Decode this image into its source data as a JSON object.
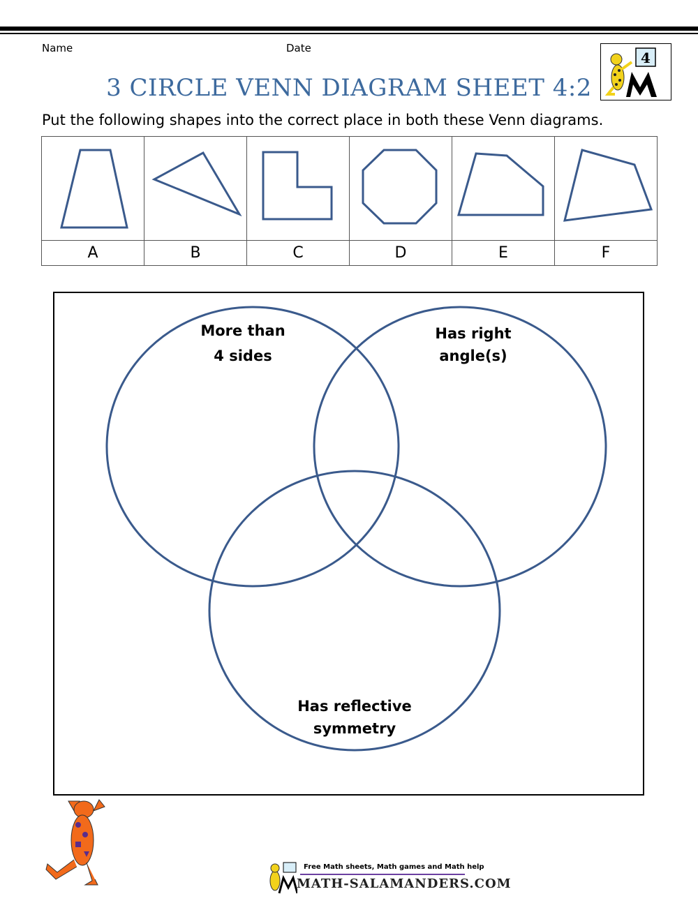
{
  "header": {
    "name_label": "Name",
    "date_label": "Date",
    "title": "3 CIRCLE VENN DIAGRAM SHEET 4:2",
    "instruction": "Put the following shapes into the correct place in both these Venn diagrams.",
    "logo_grade": "4"
  },
  "shapes": [
    {
      "letter": "A",
      "icon": "trapezoid-icon"
    },
    {
      "letter": "B",
      "icon": "triangle-icon"
    },
    {
      "letter": "C",
      "icon": "l-shape-icon"
    },
    {
      "letter": "D",
      "icon": "octagon-icon"
    },
    {
      "letter": "E",
      "icon": "pentagon-icon"
    },
    {
      "letter": "F",
      "icon": "quadrilateral-icon"
    }
  ],
  "venn": {
    "circle_1_label_line1": "More than",
    "circle_1_label_line2": "4 sides",
    "circle_2_label_line1": "Has right",
    "circle_2_label_line2": "angle(s)",
    "circle_3_label_line1": "Has reflective",
    "circle_3_label_line2": "symmetry",
    "circle_color": "#3a5a8c"
  },
  "footer": {
    "tagline": "Free Math sheets, Math games and Math help",
    "brand": "MATH-SALAMANDERS.COM"
  },
  "colors": {
    "title": "#3d6a9e",
    "shape_stroke": "#3a5a8c",
    "salamander": "#f26a1b"
  }
}
